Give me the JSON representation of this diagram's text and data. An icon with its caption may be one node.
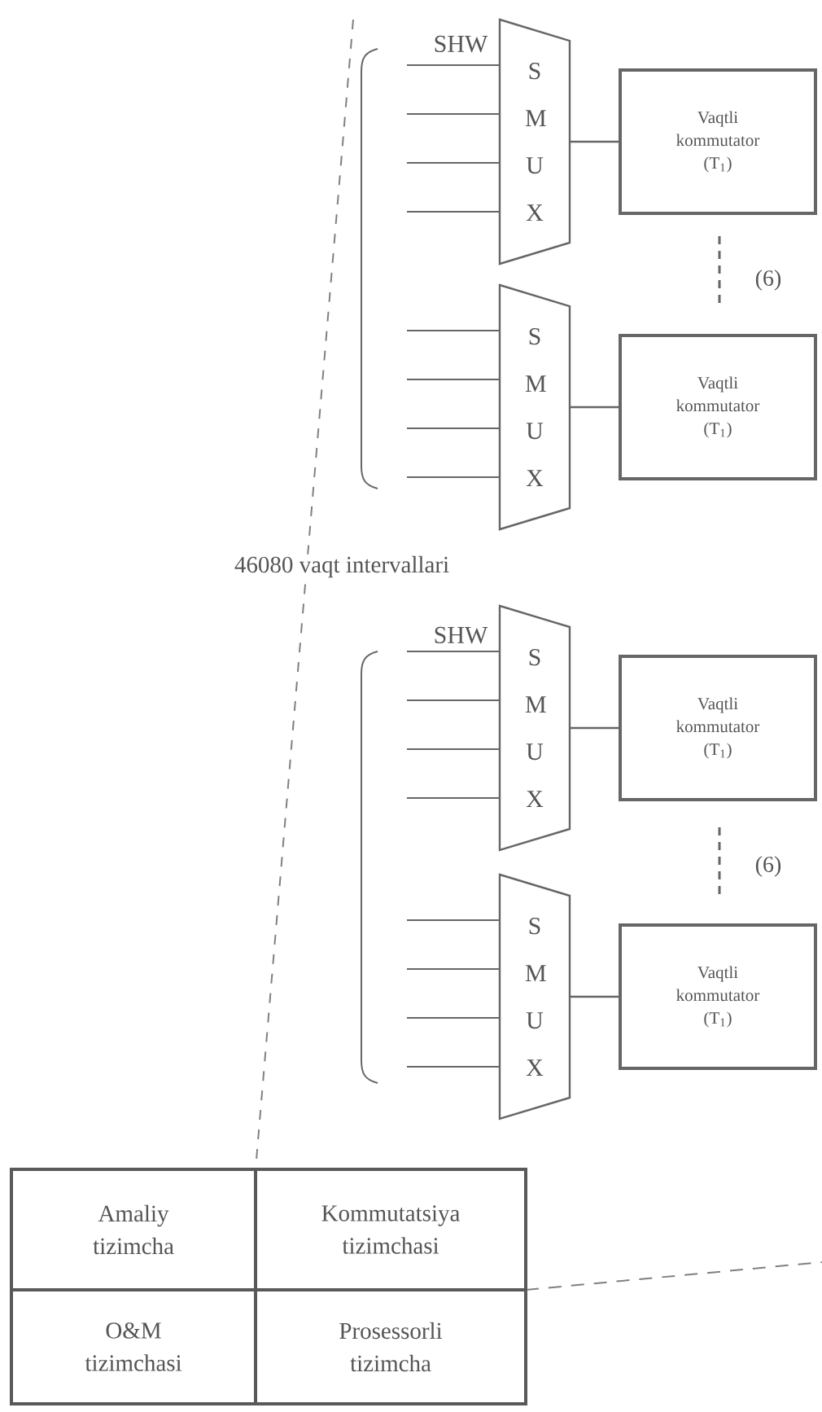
{
  "diagram": {
    "nodes": [
      {
        "text": [
          "S M U X"
        ]
      },
      {
        "text": [
          "Vaqtli kommutator (T$_{1}$)"
        ]
      },
      {
        "text": [
          "S M U X"
        ]
      },
      {
        "text": [
          "Vaqtli kommutator (T$_{1}$)"
        ]
      },
      {
        "text": [
          "S M U X"
        ]
      },
      {
        "text": [
          "Vaqtli kommutator (T$_{1}$)"
        ]
      },
      {
        "text": [
          "S M U X"
        ]
      },
      {
        "text": [
          "Vaqtli kommutator (T$_{1}$)"
        ]
      },
      {
        "text": [
          "Amaliy tizimcha"
        ]
      },
      {
        "text": [
          "Kommutatsiya tizimchasi"
        ]
      },
      {
        "text": [
          "O&M tizimchasi"
        ]
      },
      {
        "text": [
          "Prosessorli tizimcha"
        ]
      }
    ],
    "edges": [
      {
        "from": 0,
        "to": 1,
        "arrow": "none"
      },
      {
        "from": 2,
        "to": 3,
        "arrow": "none"
      },
      {
        "from": 4,
        "to": 5,
        "arrow": "none"
      },
      {
        "from": 6,
        "to": 7,
        "arrow": "none"
      },
      {
        "from": null,
        "to": 0,
        "arrow": "none"
      },
      {
        "from": null,
        "to": 0,
        "arrow": "none"
      },
      {
        "from": null,
        "to": 0,
        "arrow": "none"
      },
      {
        "from": null,
        "to": 0,
        "arrow": "none"
      },
      {
        "from": null,
        "to": 2,
        "arrow": "none"
      },
      {
        "from": null,
        "to": 2,
        "arrow": "none"
      },
      {
        "from": null,
        "to": 2,
        "arrow": "none"
      },
      {
        "from": null,
        "to": 2,
        "arrow": "none"
      },
      {
        "from": null,
        "to": 4,
        "arrow": "none"
      },
      {
        "from": null,
        "to": 4,
        "arrow": "none"
      },
      {
        "from": null,
        "to": 4,
        "arrow": "none"
      },
      {
        "from": null,
        "to": 4,
        "arrow": "none"
      },
      {
        "from": null,
        "to": 6,
        "arrow": "none"
      },
      {
        "from": null,
        "to": 6,
        "arrow": "none"
      },
      {
        "from": null,
        "to": 6,
        "arrow": "none"
      },
      {
        "from": null,
        "to": 6,
        "arrow": "none"
      }
    ],
    "labels": [
      "SHW",
      "(6)",
      "46080 vaqt intervallari",
      "SHW",
      "(6)"
    ]
  }
}
